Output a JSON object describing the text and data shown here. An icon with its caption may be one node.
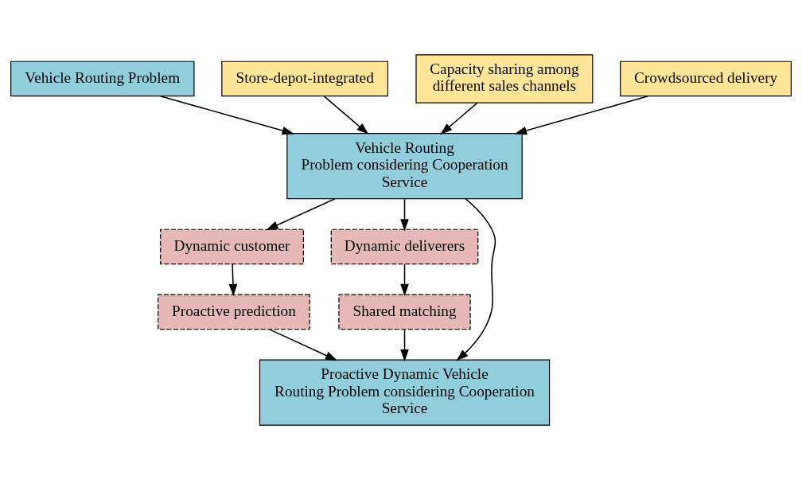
{
  "diagram": {
    "nodes": [
      {
        "text": [
          "Vehicle Routing Problem"
        ]
      },
      {
        "text": [
          "Vehicle Routing Problem considering Cooperation Service"
        ]
      },
      {
        "text": [
          "Store-depot-integrated"
        ]
      },
      {
        "text": [
          "Capacity sharing among different sales channels"
        ]
      },
      {
        "text": [
          "Crowdsourced delivery"
        ]
      },
      {
        "text": [
          "Dynamic customer"
        ]
      },
      {
        "text": [
          "Dynamic deliverers"
        ]
      },
      {
        "text": [
          "Proactive prediction"
        ]
      },
      {
        "text": [
          "Shared matching"
        ]
      },
      {
        "text": [
          "Proactive Dynamic Vehicle Routing Problem considering Cooperation Service"
        ]
      }
    ],
    "edges": [
      {
        "from": 0,
        "to": 1,
        "arrow": "to"
      },
      {
        "from": 2,
        "to": 1,
        "arrow": "to"
      },
      {
        "from": 3,
        "to": 1,
        "arrow": "to"
      },
      {
        "from": 4,
        "to": 1,
        "arrow": "to"
      },
      {
        "from": 1,
        "to": 5,
        "arrow": "to"
      },
      {
        "from": 1,
        "to": 9,
        "arrow": "to"
      },
      {
        "from": 1,
        "to": 6,
        "arrow": "to"
      },
      {
        "from": 5,
        "to": 7,
        "arrow": "to"
      },
      {
        "from": 6,
        "to": 8,
        "arrow": "to"
      },
      {
        "from": 7,
        "to": 9,
        "arrow": "to"
      },
      {
        "from": 8,
        "to": 9,
        "arrow": "to"
      }
    ]
  }
}
